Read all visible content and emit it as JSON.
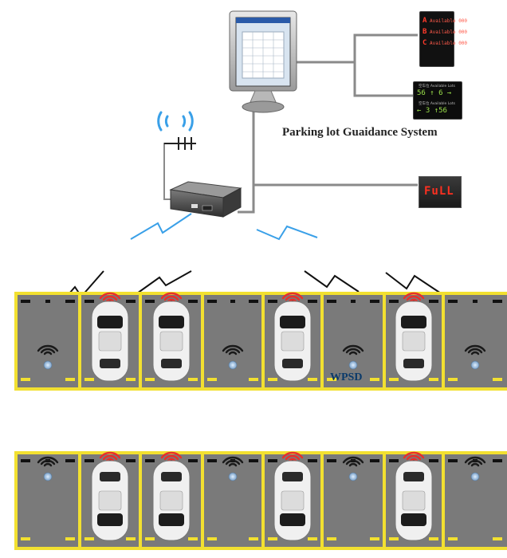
{
  "title": "Parking lot Guaidance System",
  "sensor_label": "WPSD",
  "signs": {
    "availability": {
      "rows": [
        {
          "letter": "A",
          "text": "Available",
          "count": "000"
        },
        {
          "letter": "B",
          "text": "Available",
          "count": "000"
        },
        {
          "letter": "C",
          "text": "Available",
          "count": "000"
        }
      ]
    },
    "direction": {
      "header": "空车位 Available Lots",
      "top_value": "56 ↑ 6 →",
      "bottom_value": "← 3 ↑56"
    },
    "full": {
      "text": "FuLL"
    }
  },
  "colors": {
    "lot_gray": "#7a7a7a",
    "lot_line": "#f2e030",
    "wire": "#8a8a8a",
    "wifi_blue": "#3aa0e8",
    "sensor_red": "#e8302a",
    "text_blue": "#0a3a6a"
  },
  "lots": [
    {
      "name": "upper-row",
      "occupied": [
        false,
        true,
        true,
        false,
        true,
        false,
        true,
        false
      ]
    },
    {
      "name": "lower-row",
      "occupied": [
        false,
        true,
        true,
        false,
        true,
        false,
        true,
        false
      ]
    }
  ]
}
